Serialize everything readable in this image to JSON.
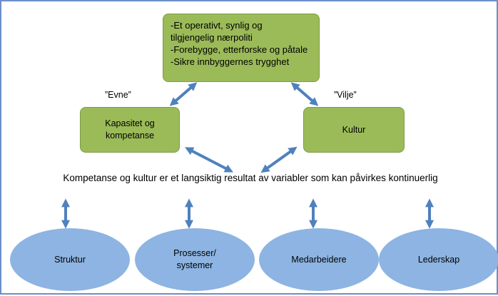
{
  "goals": {
    "lines": [
      "-Et operativt, synlig og",
      "tilgjengelig nærpoliti",
      "-Forebygge, etterforske og påtale",
      "-Sikre innbyggernes trygghet"
    ]
  },
  "capability": {
    "quote": "”Evne”",
    "box_line1": "Kapasitet og",
    "box_line2": "kompetanse"
  },
  "will": {
    "quote": "”Vilje”",
    "box_label": "Kultur"
  },
  "statement": "Kompetanse og kultur er et langsiktig resultat av variabler som kan påvirkes kontinuerlig",
  "variables": {
    "struktur": "Struktur",
    "prosesser_line1": "Prosesser/",
    "prosesser_line2": "systemer",
    "medarbeidere": "Medarbeidere",
    "lederskap": "Lederskap"
  },
  "colors": {
    "green_box": "#9bbb59",
    "blue_ellipse": "#8db4e2",
    "arrow": "#4f81bd",
    "frame": "#6b8fc9"
  }
}
